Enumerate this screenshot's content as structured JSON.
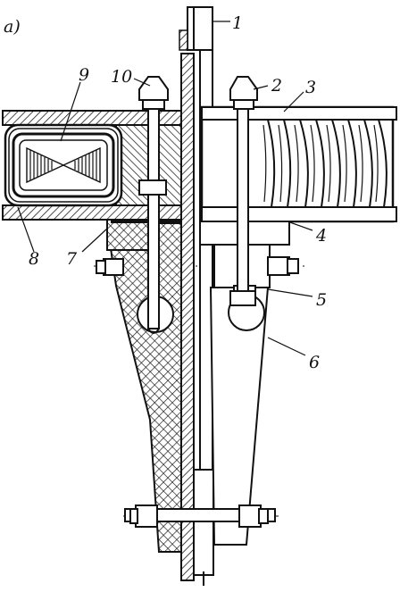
{
  "figure": {
    "sublabel": "a)",
    "callouts": [
      {
        "id": "1",
        "text": "1"
      },
      {
        "id": "2",
        "text": "2"
      },
      {
        "id": "3",
        "text": "3"
      },
      {
        "id": "4",
        "text": "4"
      },
      {
        "id": "5",
        "text": "5"
      },
      {
        "id": "6",
        "text": "6"
      },
      {
        "id": "7",
        "text": "7"
      },
      {
        "id": "8",
        "text": "8"
      },
      {
        "id": "9",
        "text": "9"
      },
      {
        "id": "10",
        "text": "10"
      }
    ]
  },
  "colors": {
    "ink": "#111111",
    "paper": "#ffffff"
  }
}
